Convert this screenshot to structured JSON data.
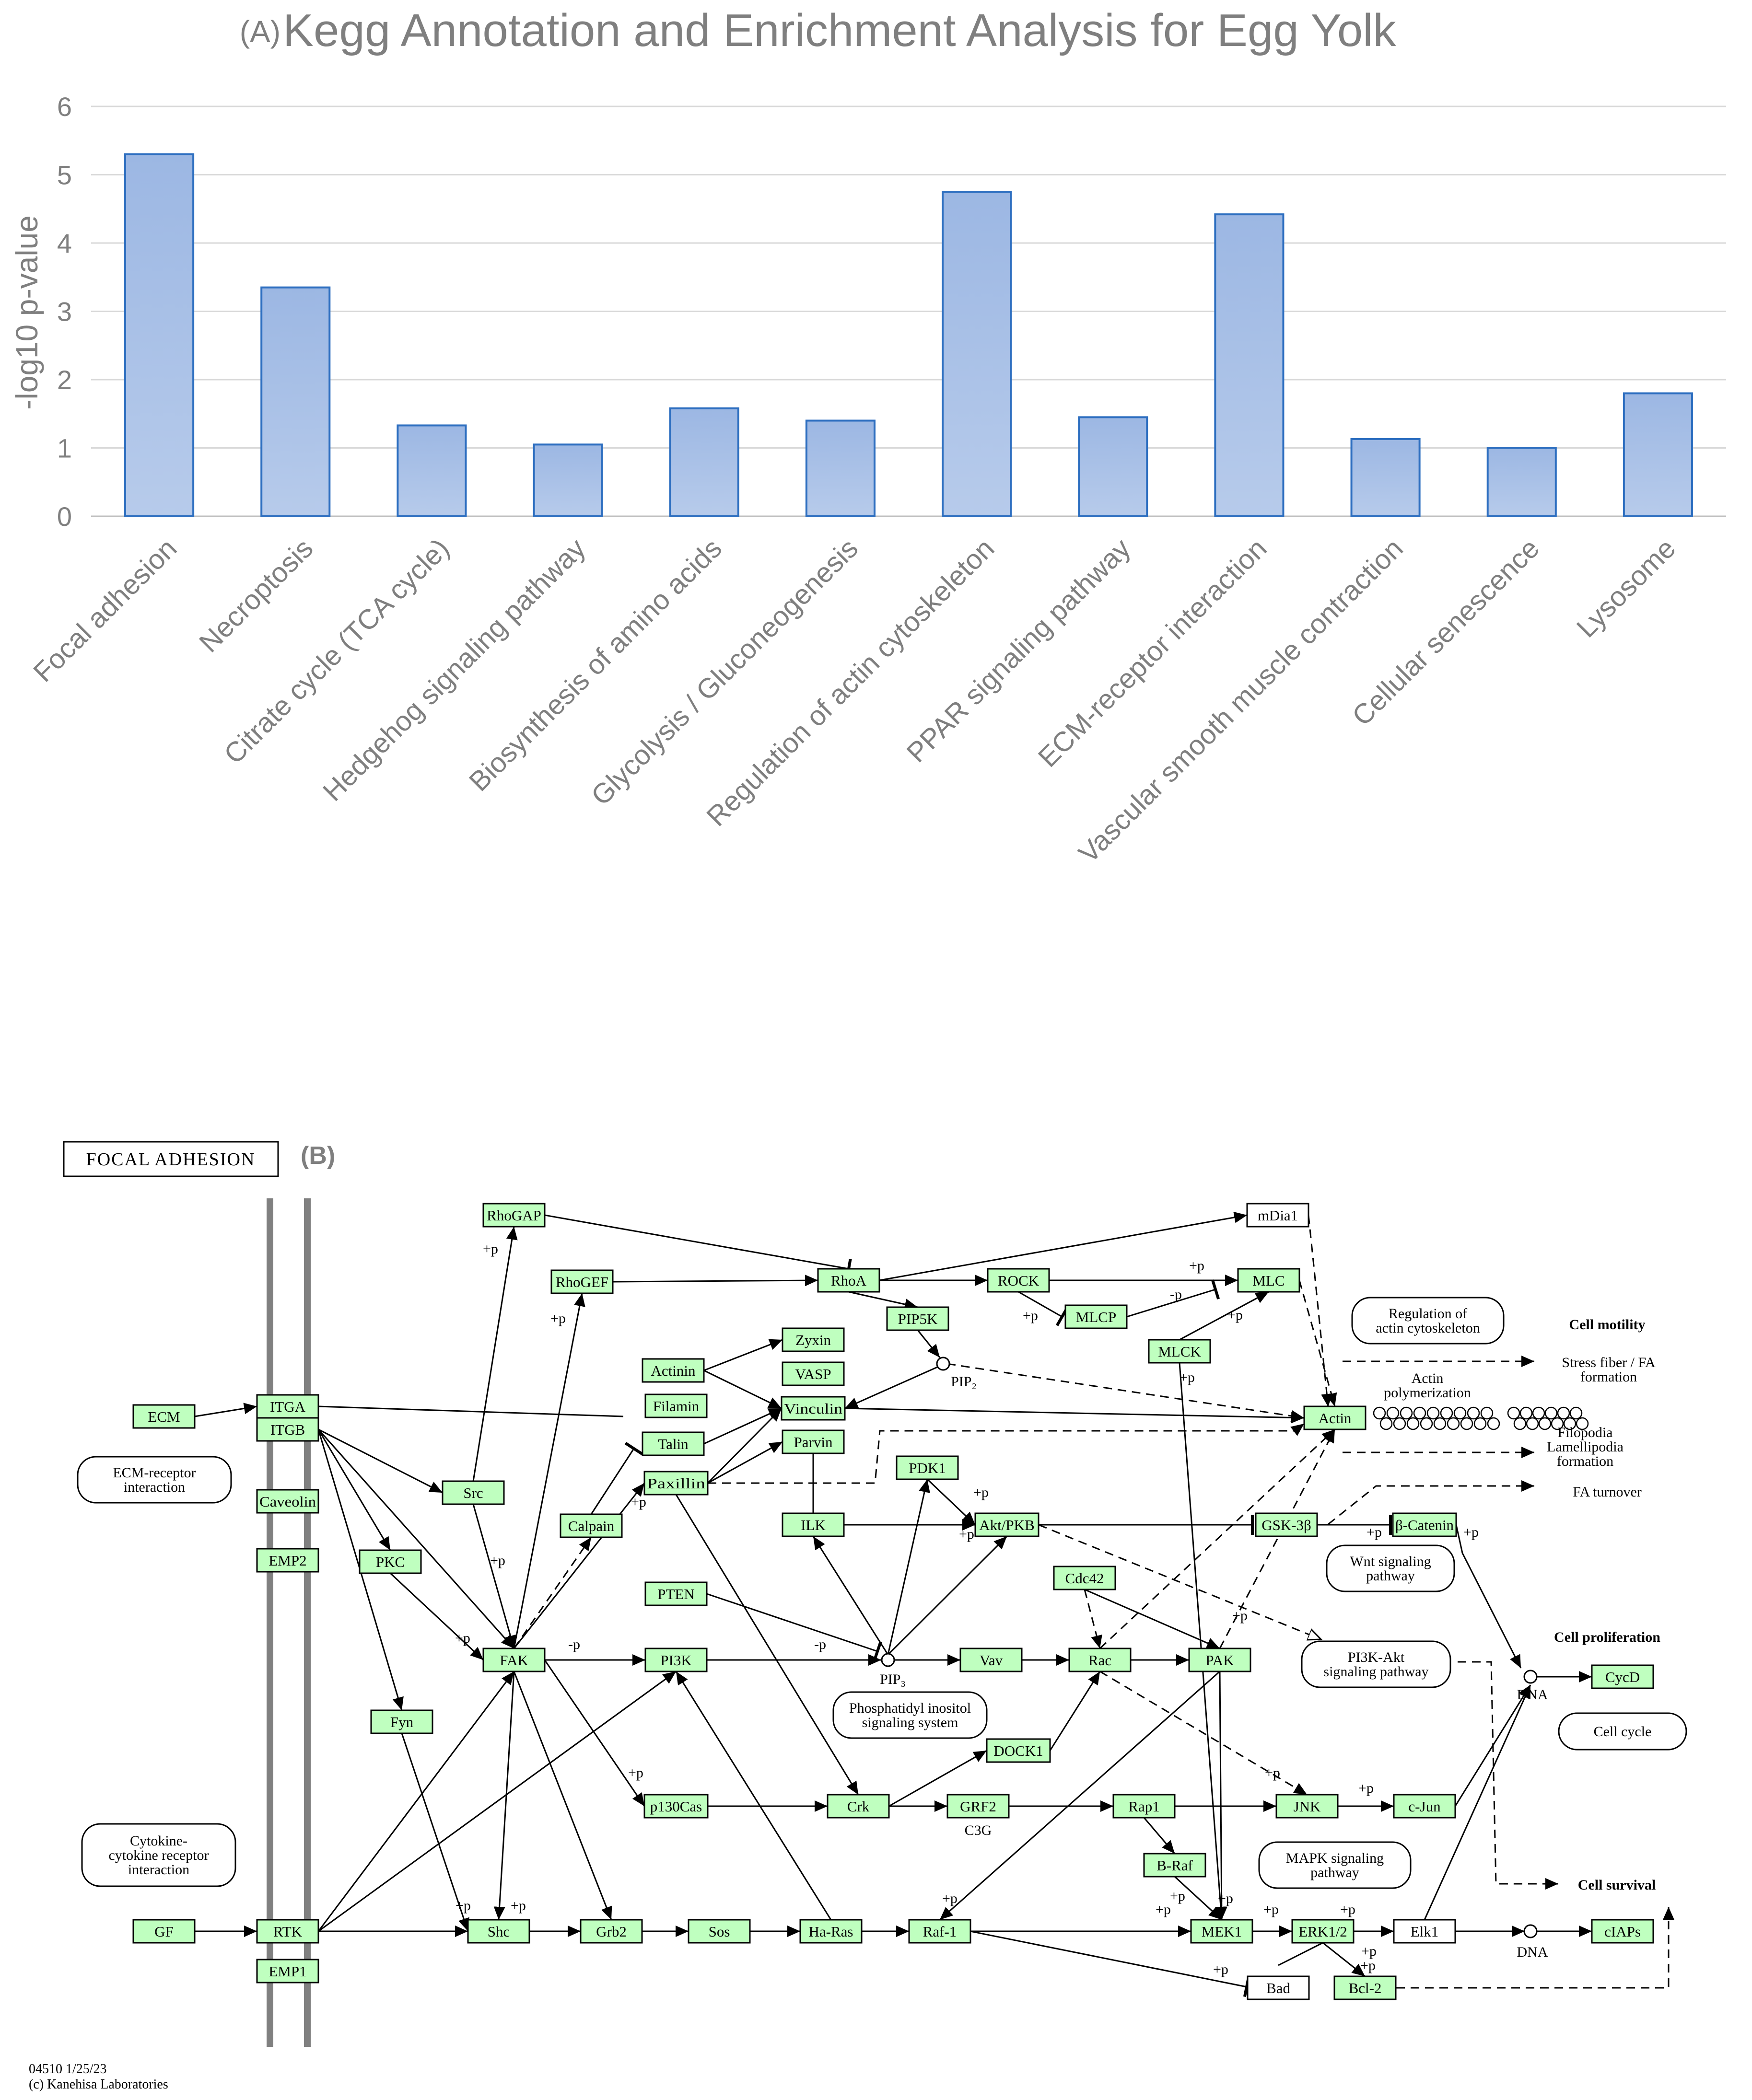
{
  "chart_data": {
    "type": "bar",
    "panel_label": "(A)",
    "title": "Kegg Annotation and Enrichment Analysis for Egg Yolk",
    "xlabel": "",
    "ylabel": "-log10 p-value",
    "ylim": [
      0,
      6
    ],
    "yticks": [
      0,
      1,
      2,
      3,
      4,
      5,
      6
    ],
    "grid": true,
    "legend": "none",
    "bar_color": "#a3bce4",
    "bar_edge_color": "#2e6fc0",
    "categories": [
      "Focal adhesion",
      "Necroptosis",
      "Citrate cycle (TCA cycle)",
      "Hedgehog signaling pathway",
      "Biosynthesis of amino acids",
      "Glycolysis / Gluconeogenesis",
      "Regulation of actin cytoskeleton",
      "PPAR signaling pathway",
      "ECM-receptor interaction",
      "Vascular smooth muscle contraction",
      "Cellular senescence",
      "Lysosome"
    ],
    "values": [
      5.3,
      3.35,
      1.33,
      1.05,
      1.58,
      1.4,
      4.75,
      1.45,
      4.42,
      1.13,
      1.0,
      1.8
    ]
  },
  "diagram": {
    "panel_label": "(B)",
    "title": "FOCAL ADHESION",
    "footer_line1": "04510 1/25/23",
    "footer_line2": "(c) Kanehisa Laboratories",
    "gene_color": "#bfffbf",
    "gene_nodes": [
      {
        "id": "ECM",
        "label": "ECM"
      },
      {
        "id": "ITGA",
        "label": "ITGA"
      },
      {
        "id": "ITGB",
        "label": "ITGB"
      },
      {
        "id": "Caveolin",
        "label": "Caveolin"
      },
      {
        "id": "EMP2",
        "label": "EMP2"
      },
      {
        "id": "GF",
        "label": "GF"
      },
      {
        "id": "RTK",
        "label": "RTK"
      },
      {
        "id": "EMP1",
        "label": "EMP1"
      },
      {
        "id": "RhoGAP",
        "label": "RhoGAP"
      },
      {
        "id": "RhoGEF",
        "label": "RhoGEF"
      },
      {
        "id": "Src",
        "label": "Src"
      },
      {
        "id": "PKC",
        "label": "PKC"
      },
      {
        "id": "Fyn",
        "label": "Fyn"
      },
      {
        "id": "FAK",
        "label": "FAK"
      },
      {
        "id": "Calpain",
        "label": "Calpain"
      },
      {
        "id": "Actinin",
        "label": "Actinin"
      },
      {
        "id": "Filamin",
        "label": "Filamin"
      },
      {
        "id": "Talin",
        "label": "Talin"
      },
      {
        "id": "Paxillin",
        "label": "Paxillin"
      },
      {
        "id": "PTEN",
        "label": "PTEN"
      },
      {
        "id": "PI3K",
        "label": "PI3K"
      },
      {
        "id": "p130Cas",
        "label": "p130Cas"
      },
      {
        "id": "Shc",
        "label": "Shc"
      },
      {
        "id": "Grb2",
        "label": "Grb2"
      },
      {
        "id": "Sos",
        "label": "Sos"
      },
      {
        "id": "HaRas",
        "label": "Ha-Ras"
      },
      {
        "id": "Raf1",
        "label": "Raf-1"
      },
      {
        "id": "Zyxin",
        "label": "Zyxin"
      },
      {
        "id": "VASP",
        "label": "VASP"
      },
      {
        "id": "Vinculin",
        "label": "Vinculin"
      },
      {
        "id": "Parvin",
        "label": "Parvin"
      },
      {
        "id": "ILK",
        "label": "ILK"
      },
      {
        "id": "Crk",
        "label": "Crk"
      },
      {
        "id": "RhoA",
        "label": "RhoA"
      },
      {
        "id": "PIP5K",
        "label": "PIP5K"
      },
      {
        "id": "PDK1",
        "label": "PDK1"
      },
      {
        "id": "AktPKB",
        "label": "Akt/PKB"
      },
      {
        "id": "Vav",
        "label": "Vav"
      },
      {
        "id": "DOCK1",
        "label": "DOCK1"
      },
      {
        "id": "GRF2",
        "label": "GRF2"
      },
      {
        "id": "ROCK",
        "label": "ROCK"
      },
      {
        "id": "MLCP",
        "label": "MLCP"
      },
      {
        "id": "Cdc42",
        "label": "Cdc42"
      },
      {
        "id": "Rac",
        "label": "Rac"
      },
      {
        "id": "Rap1",
        "label": "Rap1"
      },
      {
        "id": "BRaf",
        "label": "B-Raf"
      },
      {
        "id": "MLC",
        "label": "MLC"
      },
      {
        "id": "MLCK",
        "label": "MLCK"
      },
      {
        "id": "PAK",
        "label": "PAK"
      },
      {
        "id": "MEK1",
        "label": "MEK1"
      },
      {
        "id": "GSK3b",
        "label": "GSK-3β"
      },
      {
        "id": "Actin",
        "label": "Actin"
      },
      {
        "id": "JNK",
        "label": "JNK"
      },
      {
        "id": "ERK12",
        "label": "ERK1/2"
      },
      {
        "id": "Bcl2",
        "label": "Bcl-2"
      },
      {
        "id": "bCatenin",
        "label": "β-Catenin"
      },
      {
        "id": "cJun",
        "label": "c-Jun"
      },
      {
        "id": "CycD",
        "label": "CycD"
      },
      {
        "id": "cIAPs",
        "label": "cIAPs"
      }
    ],
    "plain_nodes": [
      {
        "id": "mDia1",
        "label": "mDia1"
      },
      {
        "id": "Elk1",
        "label": "Elk1"
      },
      {
        "id": "Bad",
        "label": "Bad"
      }
    ],
    "pathway_maps": [
      {
        "id": "ecm",
        "lines": [
          "ECM-receptor",
          "interaction"
        ]
      },
      {
        "id": "cytokine",
        "lines": [
          "Cytokine-",
          "cytokine receptor",
          "interaction"
        ]
      },
      {
        "id": "actinreg",
        "lines": [
          "Regulation of",
          "actin cytoskeleton"
        ]
      },
      {
        "id": "wnt",
        "lines": [
          "Wnt signaling",
          "pathway"
        ]
      },
      {
        "id": "pi3kakt",
        "lines": [
          "PI3K-Akt",
          "signaling pathway"
        ]
      },
      {
        "id": "phospho",
        "lines": [
          "Phosphatidyl inositol",
          "signaling system"
        ]
      },
      {
        "id": "mapk",
        "lines": [
          "MAPK signaling",
          "pathway"
        ]
      },
      {
        "id": "cellcycle",
        "lines": [
          "Cell cycle"
        ]
      }
    ],
    "compounds": [
      {
        "id": "PIP2",
        "label": "PIP₂"
      },
      {
        "id": "PIP3",
        "label": "PIP₃"
      },
      {
        "id": "DNA1",
        "label": "DNA"
      },
      {
        "id": "DNA2",
        "label": "DNA"
      }
    ],
    "outcomes": [
      {
        "id": "motility",
        "label": "Cell motility"
      },
      {
        "id": "proliferation",
        "label": "Cell proliferation"
      },
      {
        "id": "survival",
        "label": "Cell survival"
      }
    ],
    "annotations": [
      {
        "id": "stress",
        "lines": [
          "Stress fiber / FA",
          "formation"
        ]
      },
      {
        "id": "actinpoly",
        "lines": [
          "Actin",
          "polymerization"
        ]
      },
      {
        "id": "filopodia",
        "lines": [
          "Filopodia",
          "Lamellipodia",
          "formation"
        ]
      },
      {
        "id": "faturn",
        "lines": [
          "FA turnover"
        ]
      },
      {
        "id": "c3g",
        "lines": [
          "C3G"
        ]
      }
    ],
    "edge_labels": {
      "plus_p": "+p",
      "minus_p": "-p"
    }
  }
}
